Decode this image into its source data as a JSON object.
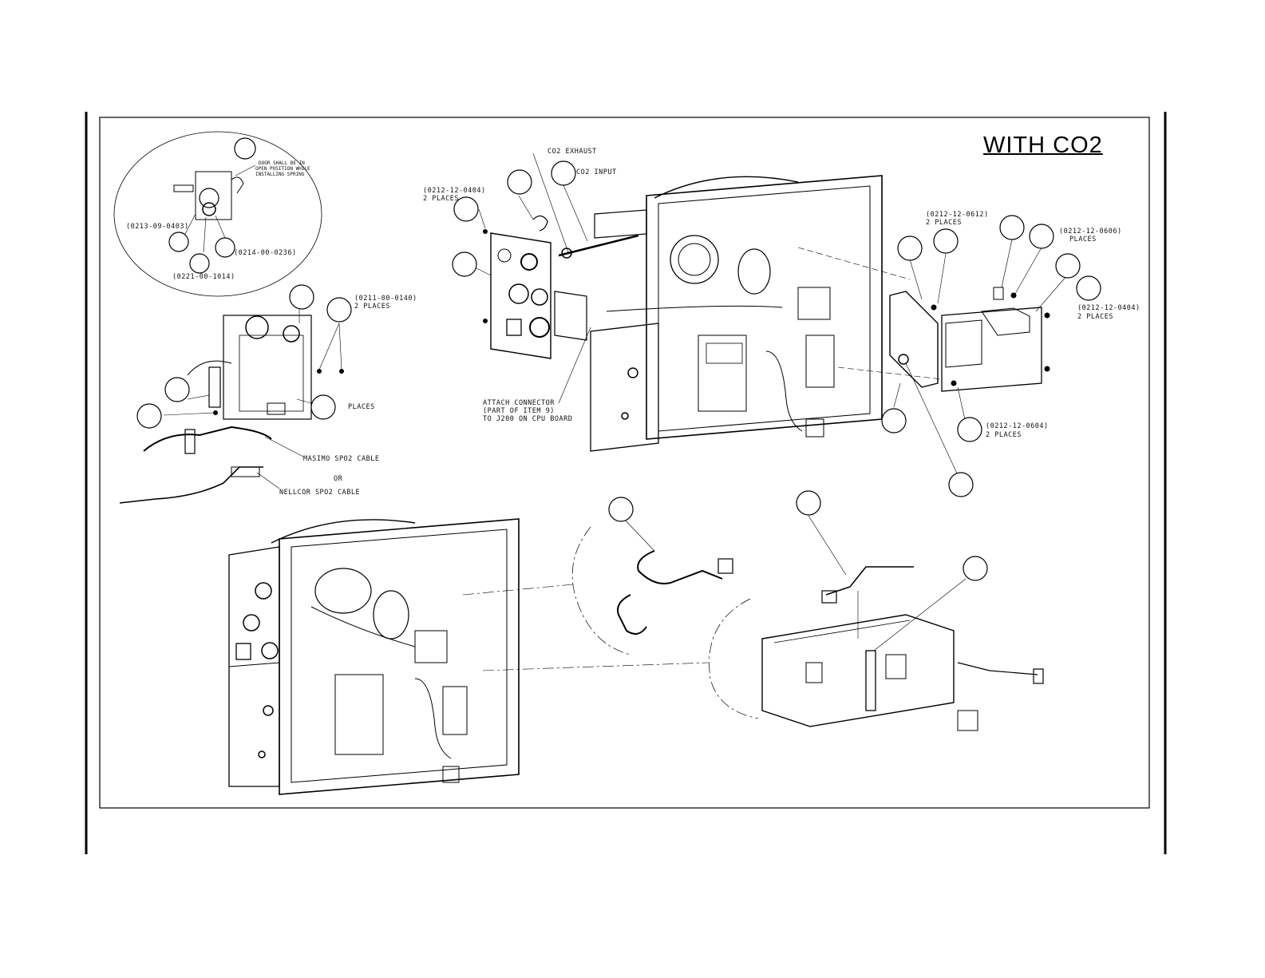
{
  "title": "WITH  CO2",
  "detail": {
    "door_note": [
      "DOOR SHALL BE IN",
      "OPEN POSITION WHILE",
      "INSTALLING SPRING"
    ],
    "part_0213": "(0213-09-0403)",
    "part_0214": "(0214-00-0236)",
    "part_0221": "(0221-00-1014)"
  },
  "left_assembly": {
    "part_0211": "(0211-00-0140)",
    "places_2": "2 PLACES",
    "places": "PLACES",
    "masimo": "MASIMO SPO2 CABLE",
    "or": "OR",
    "nellcor": "NELLCOR SPO2 CABLE"
  },
  "co2_panel": {
    "exhaust": "CO2 EXHAUST",
    "input": "CO2 INPUT",
    "part_0212_0404": "(0212-12-0404)",
    "places_2": "2 PLACES",
    "attach": [
      "ATTACH CONNECTOR",
      "(PART OF ITEM 9)",
      "TO J200 ON CPU BOARD"
    ]
  },
  "right_assembly": {
    "part_0612": "(0212-12-0612)",
    "places_0612": "2 PLACES",
    "part_0606": "(0212-12-0606)",
    "places_0606": "PLACES",
    "part_0404": "(0212-12-0404)",
    "places_0404": "2 PLACES",
    "part_0604": "(0212-12-0604)",
    "places_0604": "2 PLACES"
  }
}
